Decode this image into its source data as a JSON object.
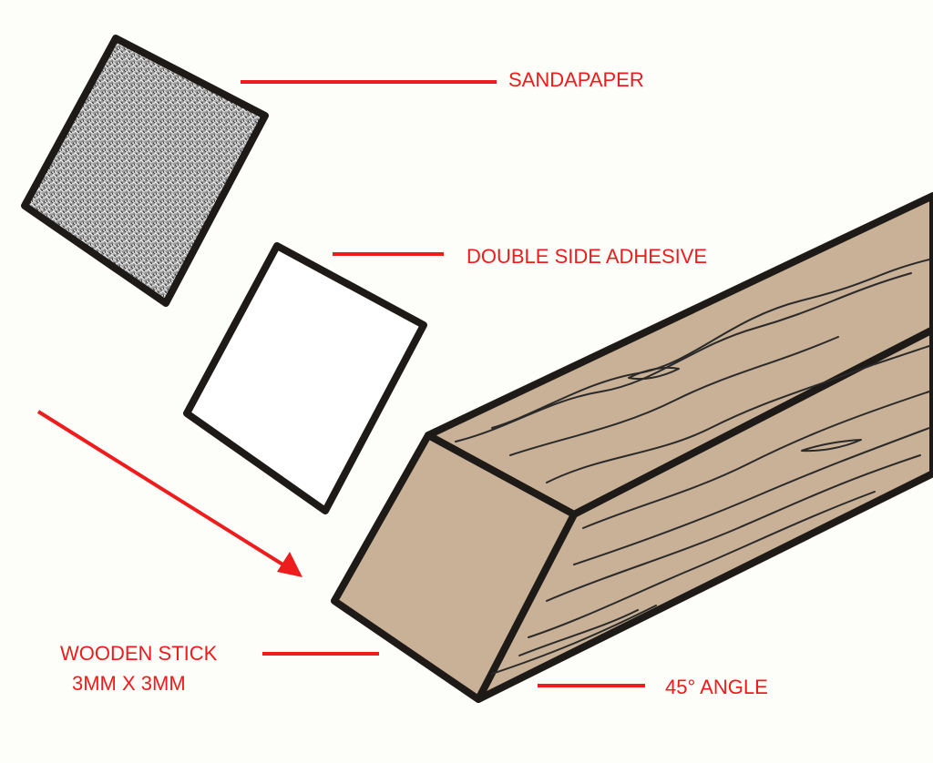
{
  "labels": {
    "sandpaper": "SANDAPAPER",
    "adhesive": "DOUBLE SIDE ADHESIVE",
    "stick_line1": "WOODEN STICK",
    "stick_line2": "3MM X 3MM",
    "angle": "45° ANGLE"
  },
  "colors": {
    "annotation": "#ee1c1c",
    "wood": "#c8b196",
    "outline": "#1e1a18",
    "background": "#fdfdfa"
  }
}
